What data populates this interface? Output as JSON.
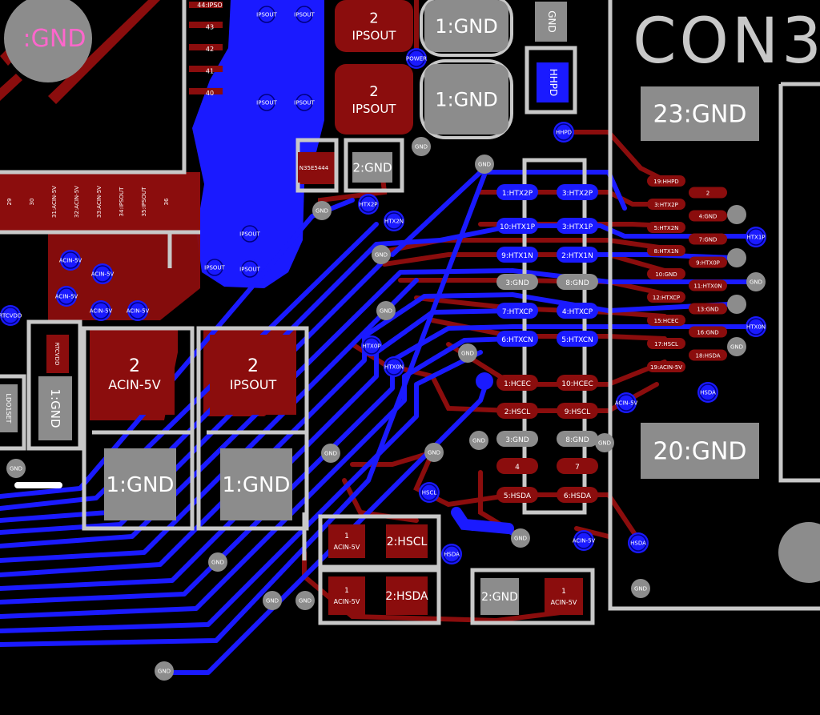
{
  "colors": {
    "background": "#000000",
    "top_copper": "#8b0d0d",
    "bottom_copper": "#1a1aff",
    "silkscreen": "#c8c8c8",
    "via": "#8c8c8c",
    "pad_text": "#ffffff"
  },
  "board": {
    "connector_label": "CON3",
    "mounting_hole_label": ":GND"
  },
  "big_pads": [
    {
      "id": "bp1",
      "l1": "2",
      "l2": "IPSOUT"
    },
    {
      "id": "bp2",
      "l1": "1:GND",
      "l2": ""
    },
    {
      "id": "bp3",
      "l1": "2",
      "l2": "IPSOUT"
    },
    {
      "id": "bp4",
      "l1": "1:GND",
      "l2": ""
    },
    {
      "id": "bp5",
      "l1": "23:GND",
      "l2": ""
    },
    {
      "id": "bp6",
      "l1": "20:GND",
      "l2": ""
    },
    {
      "id": "bp7",
      "l1": "2",
      "l2": "ACIN-5V"
    },
    {
      "id": "bp8",
      "l1": "2",
      "l2": "IPSOUT"
    },
    {
      "id": "bp9",
      "l1": "1:GND",
      "l2": ""
    },
    {
      "id": "bp10",
      "l1": "1:GND",
      "l2": ""
    },
    {
      "id": "bp11",
      "l1": "2:GND",
      "l2": ""
    },
    {
      "id": "bp12",
      "l1": "1:GND",
      "l2": ""
    },
    {
      "id": "bp13",
      "l1": "2:HSCL",
      "l2": ""
    },
    {
      "id": "bp14",
      "l1": "2:HSDA",
      "l2": ""
    },
    {
      "id": "bp15",
      "l1": "2:GND",
      "l2": ""
    },
    {
      "id": "bp16",
      "l1": "1",
      "l2": "ACIN-5V"
    },
    {
      "id": "bp17",
      "l1": "1",
      "l2": "ACIN-5V"
    },
    {
      "id": "bp18",
      "l1": "1",
      "l2": "ACIN-5V"
    }
  ],
  "small_parts": [
    {
      "id": "sp1",
      "text": "GND"
    },
    {
      "id": "sp2",
      "text": "HHPD"
    },
    {
      "id": "sp3",
      "text": "N35E5444"
    },
    {
      "id": "sp4",
      "text": "RTCVDD"
    },
    {
      "id": "sp5",
      "text": "LDO1SET"
    }
  ],
  "center_pads": [
    {
      "id": "cp1",
      "text": "1:HTX2P"
    },
    {
      "id": "cp2",
      "text": "3:HTX2P"
    },
    {
      "id": "cp3",
      "text": "10:HTX1P"
    },
    {
      "id": "cp4",
      "text": "3:HTX1P"
    },
    {
      "id": "cp5",
      "text": "9:HTX1N"
    },
    {
      "id": "cp6",
      "text": "2:HTX1N"
    },
    {
      "id": "cp7",
      "text": "3:GND"
    },
    {
      "id": "cp8",
      "text": "8:GND"
    },
    {
      "id": "cp9",
      "text": "7:HTXCP"
    },
    {
      "id": "cp10",
      "text": "4:HTXCP"
    },
    {
      "id": "cp11",
      "text": "6:HTXCN"
    },
    {
      "id": "cp12",
      "text": "5:HTXCN"
    },
    {
      "id": "cp13",
      "text": "1:HCEC"
    },
    {
      "id": "cp14",
      "text": "10:HCEC"
    },
    {
      "id": "cp15",
      "text": "2:HSCL"
    },
    {
      "id": "cp16",
      "text": "9:HSCL"
    },
    {
      "id": "cp17",
      "text": "3:GND"
    },
    {
      "id": "cp18",
      "text": "8:GND"
    },
    {
      "id": "cp19",
      "text": "4"
    },
    {
      "id": "cp20",
      "text": "7"
    },
    {
      "id": "cp21",
      "text": "5:HSDA"
    },
    {
      "id": "cp22",
      "text": "6:HSDA"
    }
  ],
  "connector_pins": [
    {
      "id": "cn1",
      "text": "19:HHPD"
    },
    {
      "id": "cn2",
      "text": "2"
    },
    {
      "id": "cn3",
      "text": "3:HTX2P"
    },
    {
      "id": "cn4",
      "text": "4:GND"
    },
    {
      "id": "cn5",
      "text": "5:HTX2N"
    },
    {
      "id": "cn6",
      "text": "7:GND"
    },
    {
      "id": "cn7",
      "text": "8:HTX1N"
    },
    {
      "id": "cn8",
      "text": "9:HTX0P"
    },
    {
      "id": "cn9",
      "text": "10:GND"
    },
    {
      "id": "cn10",
      "text": "11:HTX0N"
    },
    {
      "id": "cn11",
      "text": "12:HTXCP"
    },
    {
      "id": "cn12",
      "text": "13:GND"
    },
    {
      "id": "cn13",
      "text": "15:HCEC"
    },
    {
      "id": "cn14",
      "text": "16:GND"
    },
    {
      "id": "cn15",
      "text": "17:HSCL"
    },
    {
      "id": "cn16",
      "text": "18:HSDA"
    },
    {
      "id": "cn17",
      "text": "19:ACIN-5V"
    }
  ],
  "ic_pins": [
    {
      "id": "ic1",
      "text": "44:IPSO"
    },
    {
      "id": "ic2",
      "text": "43"
    },
    {
      "id": "ic3",
      "text": "42"
    },
    {
      "id": "ic4",
      "text": "41"
    },
    {
      "id": "ic5",
      "text": "40"
    }
  ],
  "bottom_pins": [
    {
      "id": "bt1",
      "text": "29"
    },
    {
      "id": "bt2",
      "text": "30"
    },
    {
      "id": "bt3",
      "text": "31:ACIN-5V"
    },
    {
      "id": "bt4",
      "text": "32:ACIN-5V"
    },
    {
      "id": "bt5",
      "text": "33:ACIN-5V"
    },
    {
      "id": "bt6",
      "text": "34:IPSOUT"
    },
    {
      "id": "bt7",
      "text": "35:IPSOUT"
    },
    {
      "id": "bt8",
      "text": "36"
    }
  ],
  "via_labels": [
    {
      "id": "v1",
      "text": "IPSOUT"
    },
    {
      "id": "v2",
      "text": "IPSOUT"
    },
    {
      "id": "v3",
      "text": "IPSOUT"
    },
    {
      "id": "v4",
      "text": "IPSOUT"
    },
    {
      "id": "v5",
      "text": "POWER"
    },
    {
      "id": "v6",
      "text": "GND"
    },
    {
      "id": "v7",
      "text": "HHPD"
    },
    {
      "id": "v8",
      "text": "GND"
    },
    {
      "id": "v9",
      "text": "GND"
    },
    {
      "id": "v10",
      "text": "HTX2P"
    },
    {
      "id": "v11",
      "text": "HTX2N"
    },
    {
      "id": "v12",
      "text": "IPSOUT"
    },
    {
      "id": "v13",
      "text": "IPSOUT"
    },
    {
      "id": "v14",
      "text": "IPSOUT"
    },
    {
      "id": "v15",
      "text": "GND"
    },
    {
      "id": "v16",
      "text": "ACIN-5V"
    },
    {
      "id": "v17",
      "text": "ACIN-5V"
    },
    {
      "id": "v18",
      "text": "ACIN-5V"
    },
    {
      "id": "v19",
      "text": "ACIN-5V"
    },
    {
      "id": "v20",
      "text": "ACIN-5V"
    },
    {
      "id": "v21",
      "text": "RTCVDD"
    },
    {
      "id": "v22",
      "text": "GND"
    },
    {
      "id": "v23",
      "text": "HTX0P"
    },
    {
      "id": "v24",
      "text": "HTX0N"
    },
    {
      "id": "v25",
      "text": "GND"
    },
    {
      "id": "v26",
      "text": "GND"
    },
    {
      "id": "v27",
      "text": "GND"
    },
    {
      "id": "v28",
      "text": "GND"
    },
    {
      "id": "v29",
      "text": "HSCL"
    },
    {
      "id": "v30",
      "text": "HSDA"
    },
    {
      "id": "v31",
      "text": "GND"
    },
    {
      "id": "v32",
      "text": "ACIN-5V"
    },
    {
      "id": "v33",
      "text": "HSDA"
    },
    {
      "id": "v34",
      "text": "GND"
    },
    {
      "id": "v35",
      "text": "GND"
    },
    {
      "id": "v36",
      "text": "GND"
    },
    {
      "id": "v37",
      "text": "GND"
    },
    {
      "id": "v38",
      "text": "GND"
    },
    {
      "id": "v39",
      "text": "HTX1P"
    },
    {
      "id": "v40",
      "text": "GND"
    },
    {
      "id": "v41",
      "text": "ACIN-5V"
    },
    {
      "id": "v42",
      "text": "HSDA"
    },
    {
      "id": "v43",
      "text": "GND"
    },
    {
      "id": "v44",
      "text": "GND"
    },
    {
      "id": "v45",
      "text": "HTX0N"
    },
    {
      "id": "v46",
      "text": "GND"
    }
  ]
}
